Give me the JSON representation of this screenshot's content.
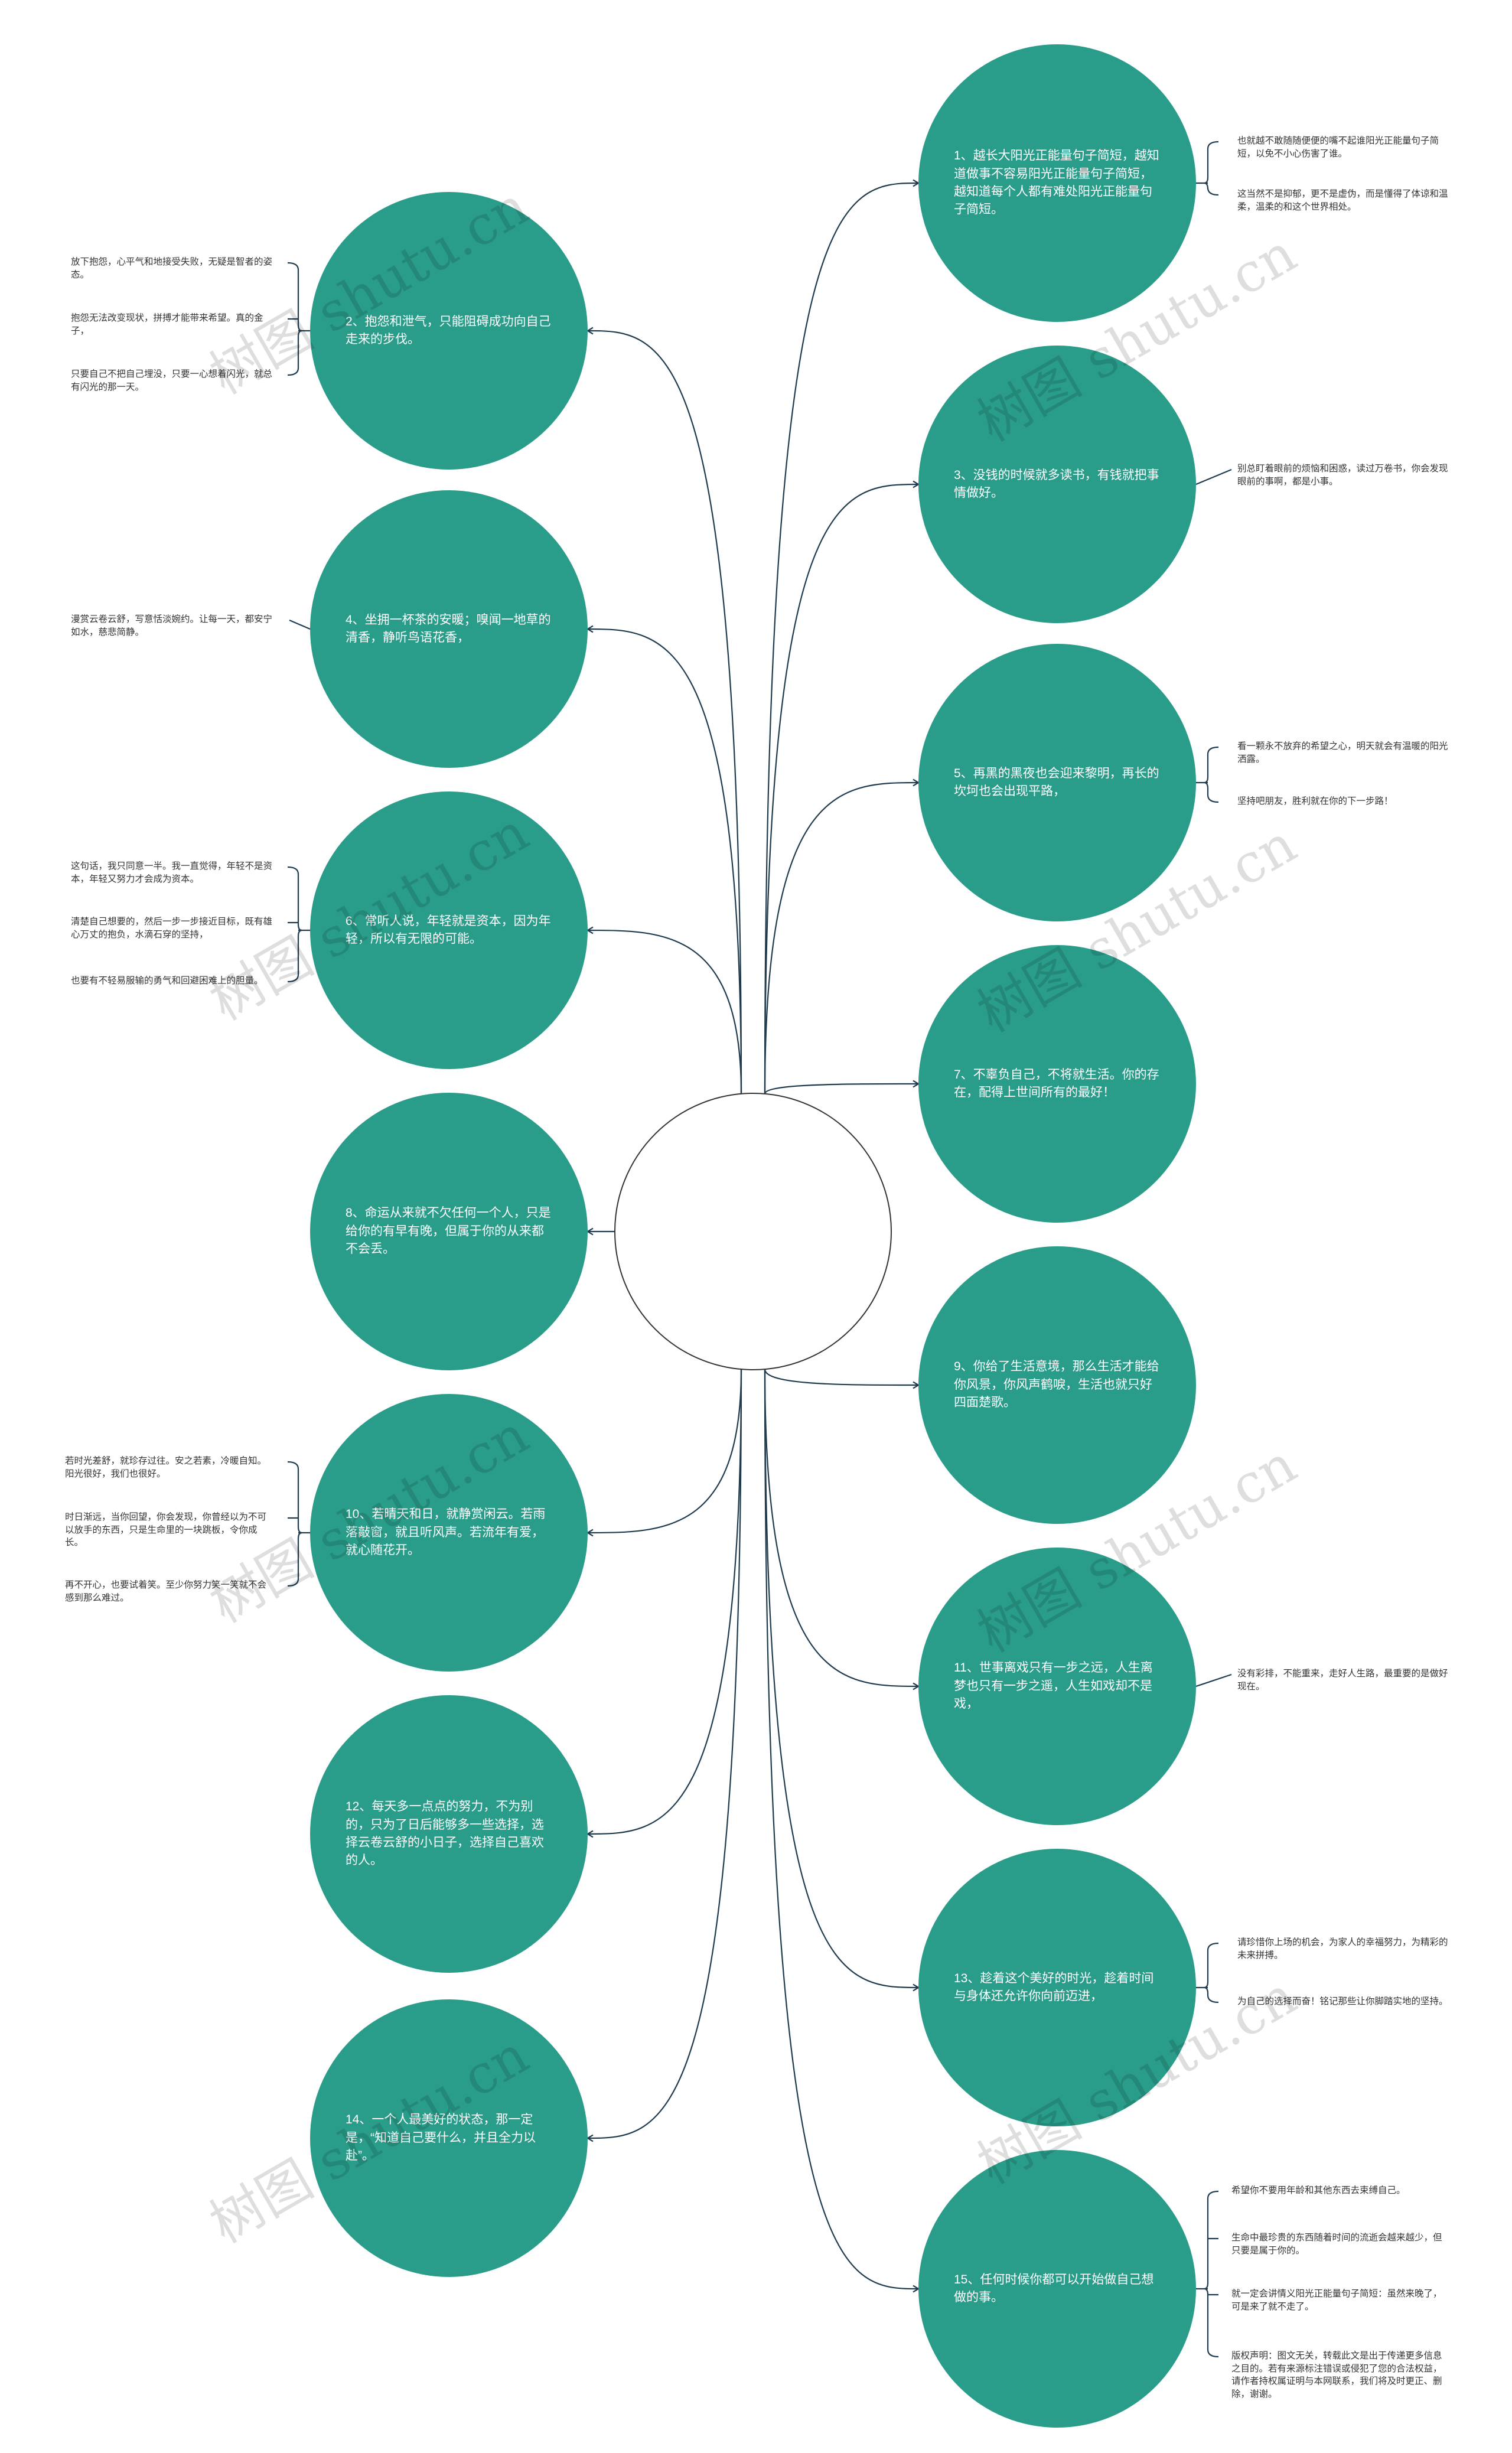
{
  "watermark": "树图 shutu.cn",
  "colors": {
    "node": "#2a9d8a",
    "line": "#1f3b4d"
  },
  "nodes": [
    {
      "id": "n1",
      "side": "right",
      "text": "1、越长大阳光正能量句子简短，越知道做事不容易阳光正能量句子简短，越知道每个人都有难处阳光正能量句子简短。",
      "leaves": [
        "也就越不敢随随便便的嘴不起谁阳光正能量句子简短，以免不小心伤害了谁。",
        "这当然不是抑郁，更不是虚伪，而是懂得了体谅和温柔，温柔的和这个世界相处。"
      ]
    },
    {
      "id": "n2",
      "side": "left",
      "text": "2、抱怨和泄气，只能阻碍成功向自己走来的步伐。",
      "leaves": [
        "放下抱怨，心平气和地接受失败，无疑是智者的姿态。",
        "抱怨无法改变现状，拼搏才能带来希望。真的金子，",
        "只要自己不把自己埋没，只要一心想着闪光，就总有闪光的那一天。"
      ]
    },
    {
      "id": "n3",
      "side": "right",
      "text": "3、没钱的时候就多读书，有钱就把事情做好。",
      "leaves": [
        "别总盯着眼前的烦恼和困惑，读过万卷书，你会发现眼前的事啊，都是小事。"
      ]
    },
    {
      "id": "n4",
      "side": "left",
      "text": "4、坐拥一杯茶的安暖；嗅闻一地草的清香，静听鸟语花香，",
      "leaves": [
        "漫赏云卷云舒，写意恬淡婉约。让每一天，都安宁如水，慈悲简静。"
      ]
    },
    {
      "id": "n5",
      "side": "right",
      "text": "5、再黑的黑夜也会迎来黎明，再长的坎坷也会出现平路，",
      "leaves": [
        "看一颗永不放弃的希望之心，明天就会有温暖的阳光洒露。",
        "坚持吧朋友，胜利就在你的下一步路！"
      ]
    },
    {
      "id": "n6",
      "side": "left",
      "text": "6、常听人说，年轻就是资本，因为年轻，所以有无限的可能。",
      "leaves": [
        "这句话，我只同意一半。我一直觉得，年轻不是资本，年轻又努力才会成为资本。",
        "清楚自己想要的，然后一步一步接近目标，既有雄心万丈的抱负，水滴石穿的坚持，",
        "也要有不轻易服输的勇气和回避困难上的胆量。"
      ]
    },
    {
      "id": "n7",
      "side": "right",
      "text": "7、不辜负自己，不将就生活。你的存在，配得上世间所有的最好！",
      "leaves": []
    },
    {
      "id": "n8",
      "side": "left",
      "text": "8、命运从来就不欠任何一个人，只是给你的有早有晚，但属于你的从来都不会丢。",
      "leaves": []
    },
    {
      "id": "n9",
      "side": "right",
      "text": "9、你给了生活意境，那么生活才能给你风景，你风声鹤唳，生活也就只好四面楚歌。",
      "leaves": []
    },
    {
      "id": "n10",
      "side": "left",
      "text": "10、若晴天和日，就静赏闲云。若雨落敲窗，就且听风声。若流年有爱，就心随花开。",
      "leaves": [
        "若时光差舒，就珍存过往。安之若素，冷暖自知。阳光很好，我们也很好。",
        "时日渐远，当你回望，你会发现，你曾经以为不可以放手的东西，只是生命里的一块跳板，令你成长。",
        "再不开心，也要试着笑。至少你努力笑一笑就不会感到那么难过。"
      ]
    },
    {
      "id": "n11",
      "side": "right",
      "text": "11、世事离戏只有一步之远，人生离梦也只有一步之遥，人生如戏却不是戏，",
      "leaves": [
        "没有彩排，不能重来，走好人生路，最重要的是做好现在。"
      ]
    },
    {
      "id": "n12",
      "side": "left",
      "text": "12、每天多一点点的努力，不为别的，只为了日后能够多一些选择，选择云卷云舒的小日子，选择自己喜欢的人。",
      "leaves": []
    },
    {
      "id": "n13",
      "side": "right",
      "text": "13、趁着这个美好的时光，趁着时间与身体还允许你向前迈进，",
      "leaves": [
        "请珍惜你上场的机会，为家人的幸福努力，为精彩的未来拼搏。",
        "为自己的选择而奋！铭记那些让你脚踏实地的坚持。"
      ]
    },
    {
      "id": "n14",
      "side": "left",
      "text": "14、一个人最美好的状态，那一定是，“知道自己要什么，并且全力以赴”。",
      "leaves": []
    },
    {
      "id": "n15",
      "side": "right",
      "text": "15、任何时候你都可以开始做自己想做的事。",
      "leaves": [
        "希望你不要用年龄和其他东西去束缚自己。",
        "生命中最珍贵的东西随着时间的流逝会越来越少，但只要是属于你的。",
        "就一定会讲情义阳光正能量句子简短：虽然来晚了，可是来了就不走了。",
        "版权声明：图文无关，转载此文是出于传递更多信息之目的。若有来源标注错误或侵犯了您的合法权益，请作者持权属证明与本网联系，我们将及时更正、删除，谢谢。"
      ]
    }
  ]
}
